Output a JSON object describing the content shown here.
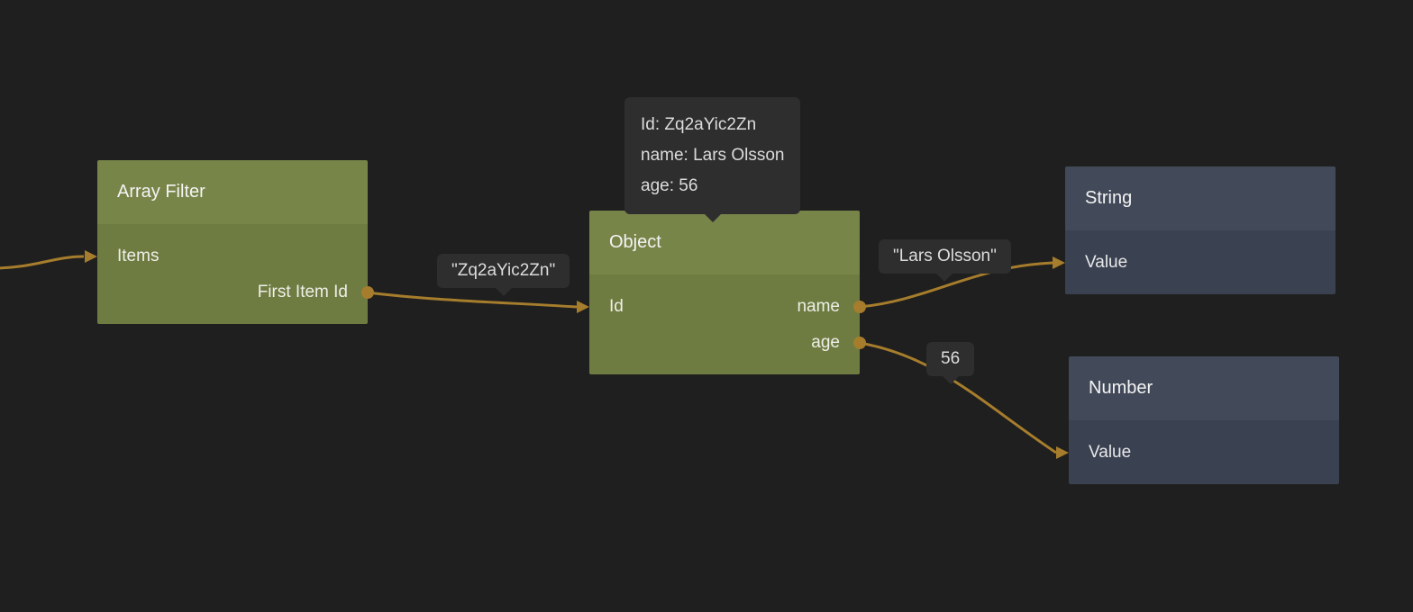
{
  "colors": {
    "bg": "#1f1f1f",
    "wire": "#a67d2c",
    "green_header": "#778549",
    "green_body": "#6e7c41",
    "slate_header": "#424a59",
    "slate_body": "#3a4150",
    "panel": "#2e2e2e"
  },
  "nodes": {
    "array_filter": {
      "title": "Array Filter",
      "inputs": [
        {
          "label": "Items"
        }
      ],
      "outputs": [
        {
          "label": "First Item Id"
        }
      ]
    },
    "object": {
      "title": "Object",
      "inputs": [
        {
          "label": "Id"
        }
      ],
      "outputs": [
        {
          "label": "name"
        },
        {
          "label": "age"
        }
      ]
    },
    "string": {
      "title": "String",
      "inputs": [
        {
          "label": "Value"
        }
      ]
    },
    "number": {
      "title": "Number",
      "inputs": [
        {
          "label": "Value"
        }
      ]
    }
  },
  "tooltip": {
    "lines": [
      "Id: Zq2aYic2Zn",
      "name: Lars Olsson",
      "age: 56"
    ]
  },
  "edge_labels": {
    "id_value": "\"Zq2aYic2Zn\"",
    "name_value": "\"Lars Olsson\"",
    "age_value": "56"
  }
}
